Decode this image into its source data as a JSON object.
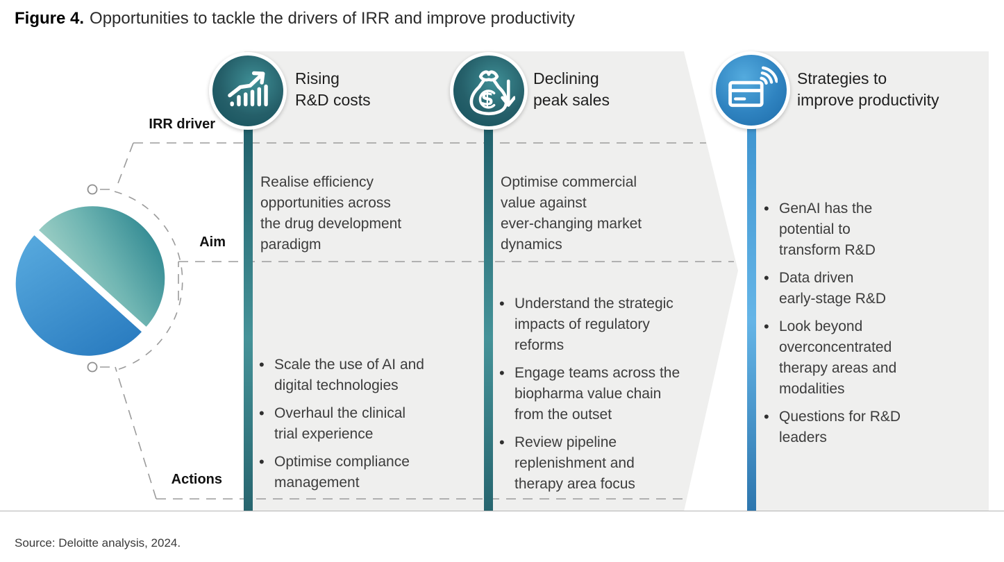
{
  "figure": {
    "label": "Figure 4.",
    "title": "Opportunities to tackle the drivers of IRR and improve productivity"
  },
  "row_labels": {
    "irr_driver": "IRR driver",
    "aim": "Aim",
    "actions": "Actions"
  },
  "columns": [
    {
      "id": "rising-rd-costs",
      "icon": "rising-chart-arrow",
      "title": "Rising\nR&D costs",
      "aim": "Realise efficiency\nopportunities across\nthe drug development\nparadigm",
      "actions": [
        "Scale the use of AI and\ndigital technologies",
        "Overhaul the clinical\ntrial experience",
        "Optimise compliance\nmanagement"
      ]
    },
    {
      "id": "declining-peak-sales",
      "icon": "money-bag-down-arrow",
      "title": "Declining\npeak sales",
      "aim": "Optimise commercial\nvalue against\never-changing market\ndynamics",
      "actions": [
        "Understand the strategic\nimpacts of regulatory\nreforms",
        "Engage teams across the\nbiopharma value chain\nfrom the outset",
        "Review pipeline\nreplenishment and\ntherapy area focus"
      ]
    },
    {
      "id": "strategies-improve-productivity",
      "icon": "contactless-payment-card",
      "title": "Strategies to\nimprove productivity",
      "bullets": [
        "GenAI has the\npotential to\ntransform R&D",
        "Data driven\nearly-stage R&D",
        "Look beyond\noverconcentrated\ntherapy areas and\nmodalities",
        "Questions for R&D\nleaders"
      ]
    }
  ],
  "source": "Source: Deloitte analysis, 2024.",
  "glyphs": {
    "bullet": "•"
  },
  "colors": {
    "teal_dark": "#14505b",
    "teal_light": "#459298",
    "blue_dark": "#1d6ba8",
    "blue_light": "#65b5e7",
    "panel_gray": "#efefee",
    "dash_gray": "#9b9b9b",
    "pie_teal_light": "#b5dccf",
    "pie_teal_dark": "#318992",
    "pie_blue_light": "#56a8dd",
    "pie_blue_dark": "#2a7cc0"
  }
}
